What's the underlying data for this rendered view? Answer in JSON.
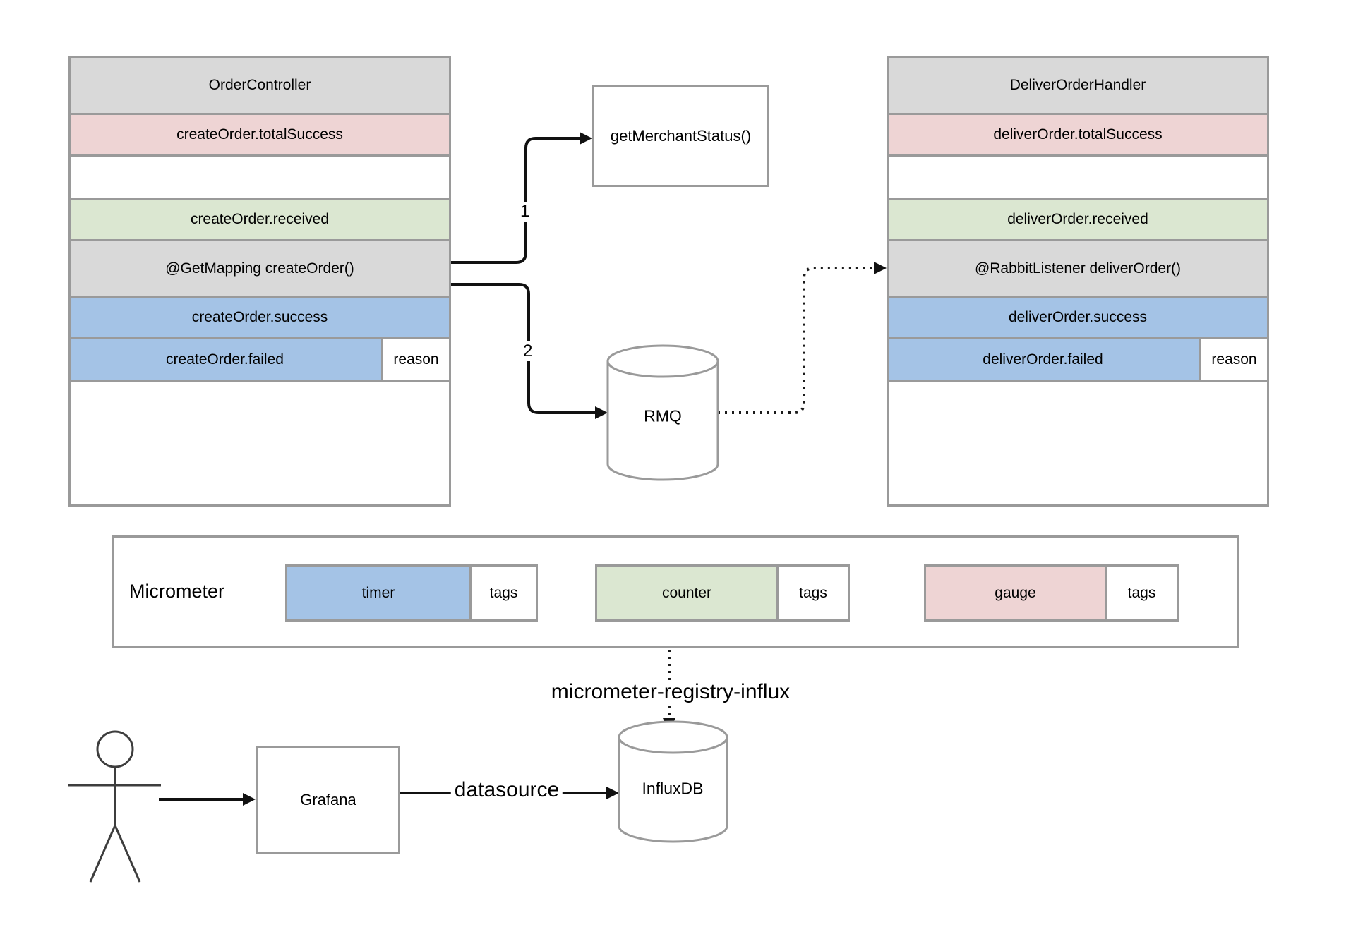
{
  "palette": {
    "border_gray": "#9a9a9a",
    "fill_gray": "#d9d9d9",
    "fill_pink": "#eed4d4",
    "fill_green": "#dbe7d1",
    "fill_blue": "#a4c3e6",
    "line_black": "#111111"
  },
  "order_controller": {
    "title": "OrderController",
    "total_success": "createOrder.totalSuccess",
    "received": "createOrder.received",
    "method": "@GetMapping createOrder()",
    "success": "createOrder.success",
    "failed": "createOrder.failed",
    "reason": "reason"
  },
  "deliver_order_handler": {
    "title": "DeliverOrderHandler",
    "total_success": "deliverOrder.totalSuccess",
    "received": "deliverOrder.received",
    "method": "@RabbitListener deliverOrder()",
    "success": "deliverOrder.success",
    "failed": "deliverOrder.failed",
    "reason": "reason"
  },
  "get_merchant_status": {
    "label": "getMerchantStatus()"
  },
  "rmq": {
    "label": "RMQ"
  },
  "arrows": {
    "step1": "1",
    "step2": "2"
  },
  "micrometer": {
    "title": "Micrometer",
    "timer": "timer",
    "counter": "counter",
    "gauge": "gauge",
    "tags": "tags"
  },
  "influx": {
    "label": "InfluxDB",
    "registry_label": "micrometer-registry-influx"
  },
  "grafana": {
    "label": "Grafana"
  },
  "datasource_label": "datasource"
}
